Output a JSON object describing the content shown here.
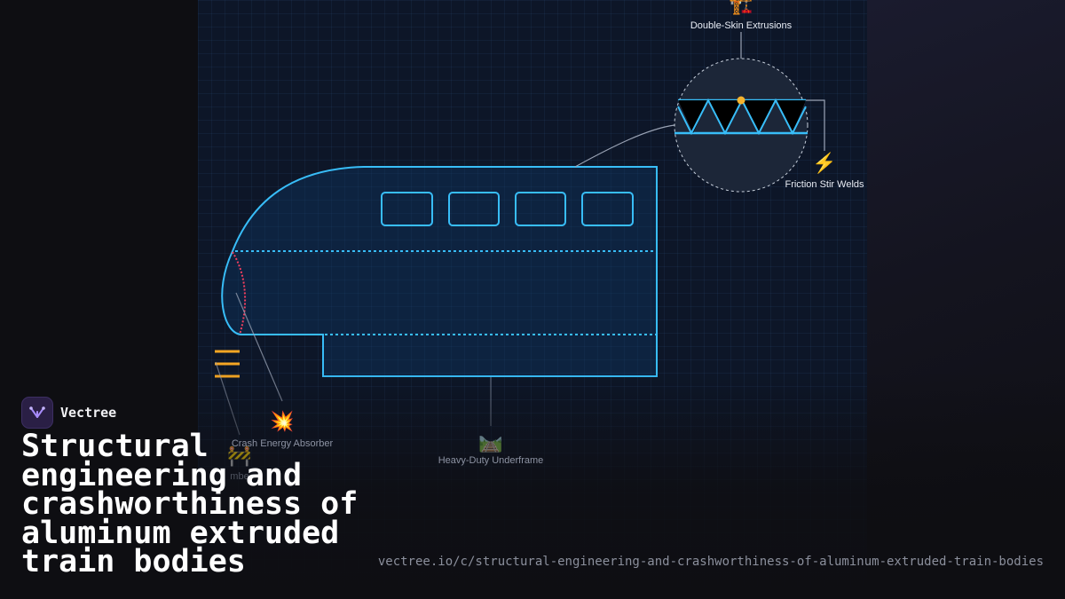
{
  "diagram": {
    "labels": {
      "double_skin": "Double-Skin Extrusions",
      "friction_stir": "Friction Stir Welds",
      "crash_absorber": "Crash Energy Absorber",
      "underframe": "Heavy-Duty Underframe",
      "partial_label": "mbe"
    },
    "icons": {
      "double_skin": "construction-crane-icon",
      "friction_stir": "lightning-icon",
      "crash_absorber": "collision-icon",
      "underframe": "railway-track-icon",
      "partial": "construction-barrier-icon"
    },
    "glyphs": {
      "double_skin": "🏗️",
      "friction_stir": "⚡",
      "crash_absorber": "💥",
      "underframe": "🛤️",
      "partial": "🚧"
    },
    "colors": {
      "outline": "#38bdf8",
      "crumple_zone": "#f43f5e",
      "weld_point": "#f5b32e",
      "lines": "#9aa3b5"
    }
  },
  "brand": {
    "name": "Vectree"
  },
  "title": "Structural engineering and crashworthiness of aluminum extruded train bodies",
  "url": "vectree.io/c/structural-engineering-and-crashworthiness-of-aluminum-extruded-train-bodies"
}
